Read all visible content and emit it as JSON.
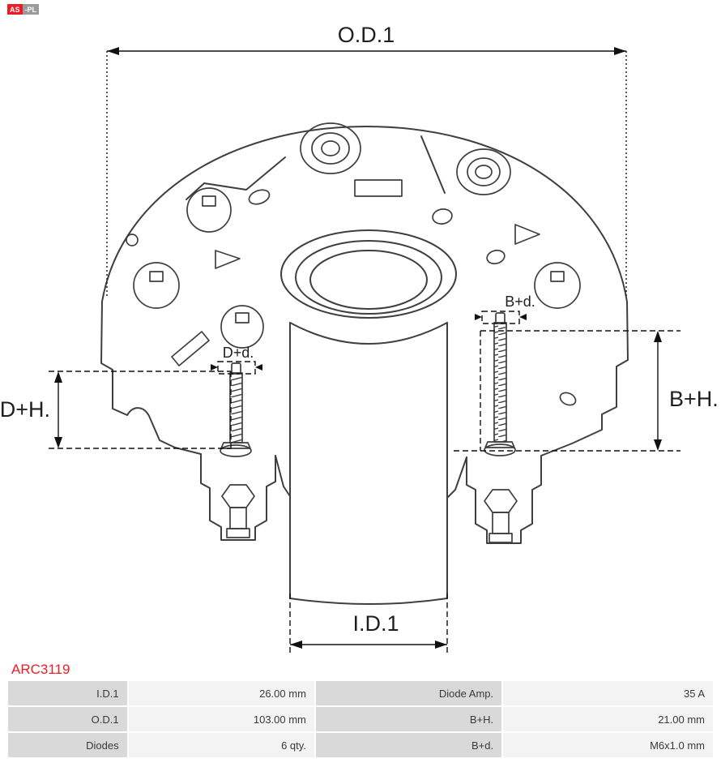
{
  "brand": {
    "primary": "AS",
    "secondary": "-PL"
  },
  "part_code": "ARC3119",
  "colors": {
    "part_code_red": "#ed1c24",
    "table_label_bg": "#d9d9d9",
    "table_value_bg": "#f3f3f3",
    "drawing_stroke": "#3f3f3f"
  },
  "diagram": {
    "od1_label": "O.D.1",
    "id1_label": "I.D.1",
    "dh_label": "D+H.",
    "bh_label": "B+H.",
    "dd_label": "D+d.",
    "bd_label": "B+d."
  },
  "table": {
    "rows": [
      {
        "c1": "I.D.1",
        "c2": "26.00 mm",
        "c3": "Diode Amp.",
        "c4": "35 A"
      },
      {
        "c1": "O.D.1",
        "c2": "103.00 mm",
        "c3": "B+H.",
        "c4": "21.00 mm"
      },
      {
        "c1": "Diodes",
        "c2": "6 qty.",
        "c3": "B+d.",
        "c4": "M6x1.0 mm"
      }
    ]
  }
}
